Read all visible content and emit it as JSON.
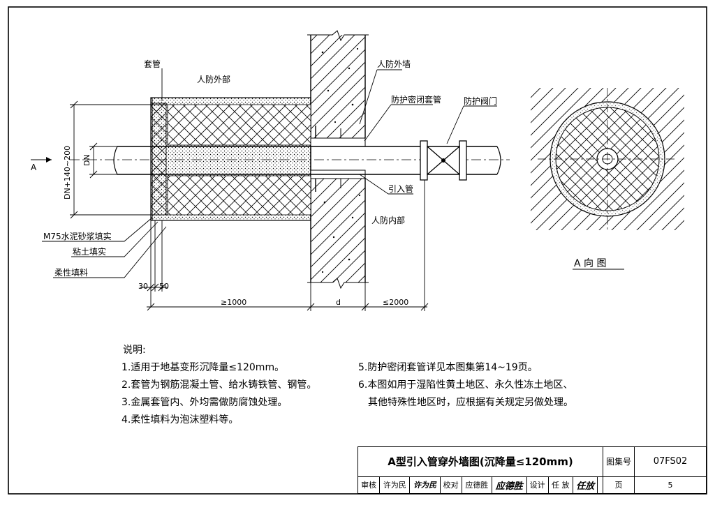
{
  "drawing": {
    "labels": {
      "sleeve": "套管",
      "cd_outside": "人防外部",
      "cd_outer_wall": "人防外墙",
      "protective_sleeve": "防护密闭套管",
      "protective_valve": "防护阀门",
      "inlet_pipe": "引入管",
      "cd_inside": "人防内部",
      "mortar": "M75水泥砂浆填实",
      "clay": "粘土填实",
      "flexible_fill": "柔性填料",
      "view_arrow": "A",
      "view_title": "A 向 图"
    },
    "dimensions": {
      "dn_140_200": "DN+140~200",
      "dn": "DN",
      "d30": "30",
      "d50": "50",
      "ge1000": "≥1000",
      "d": "d",
      "le2000": "≤2000"
    }
  },
  "notes": {
    "heading": "说明:",
    "items": [
      "1.适用于地基变形沉降量≤120mm。",
      "2.套管为钢筋混凝土管、给水铸铁管、钢管。",
      "3.金属套管内、外均需做防腐蚀处理。",
      "4.柔性填料为泡沫塑料等。",
      "5.防护密闭套管详见本图集第14~19页。",
      "6.本图如用于湿陷性黄土地区、永久性冻土地区、",
      "其他特殊性地区时，应根据有关规定另做处理。"
    ]
  },
  "title_block": {
    "title": "A型引入管穿外墙图(沉降量≤120mm)",
    "atlas_label": "图集号",
    "atlas_no": "07FS02",
    "review_label": "审核",
    "reviewer": "许为民",
    "review_sign": "许为民",
    "check_label": "校对",
    "checker": "应德胜",
    "check_sign": "应德胜",
    "design_label": "设计",
    "designer": "任 放",
    "design_sign": "任放",
    "page_label": "页",
    "page_no": "5"
  }
}
